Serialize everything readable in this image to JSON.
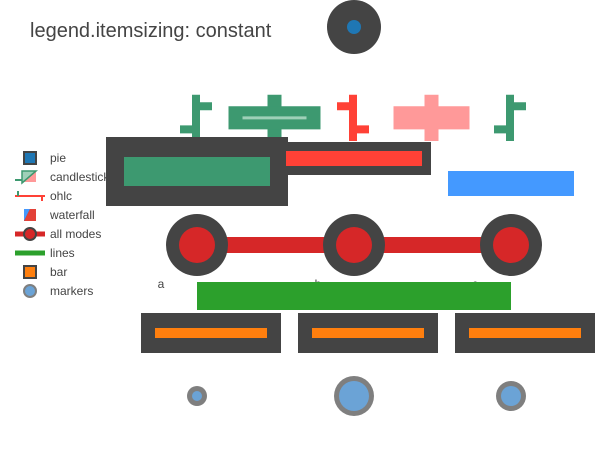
{
  "chart_data": {
    "type": "mixed",
    "title": "legend.itemsizing: constant",
    "x_categories": [
      "a",
      "b",
      "c"
    ],
    "y_range": [
      0,
      8
    ],
    "grid": false,
    "legend_position": "left",
    "colors": {
      "pie": "#1f77b4",
      "candlestick_increasing": "#3d9970",
      "candlestick_decreasing": "#ff9999",
      "ohlc_increasing": "#3d9970",
      "ohlc_decreasing": "#ff4136",
      "waterfall_increasing": "#3d9970",
      "waterfall_decreasing": "#ff4136",
      "waterfall_totals": "#4499ff",
      "all_modes": "#d62728",
      "lines": "#2ca02c",
      "bar": "#ff7f0e",
      "markers": "#6ba3d6",
      "outline": "#444444",
      "marker_outline": "#7f7f7f"
    },
    "series": [
      {
        "name": "pie",
        "type": "pie",
        "values": [
          1
        ]
      },
      {
        "name": "candlestick",
        "type": "candlestick",
        "points": [
          {
            "x": 1,
            "open": 6.5,
            "close": 7.0,
            "low": 6.25,
            "high": 7.25
          },
          {
            "x": 3,
            "open": 7.0,
            "close": 6.5,
            "low": 6.25,
            "high": 7.25
          }
        ]
      },
      {
        "name": "ohlc",
        "type": "ohlc",
        "points": [
          {
            "x": 0,
            "open": 6.5,
            "close": 7.0,
            "low": 6.25,
            "high": 7.25
          },
          {
            "x": 2,
            "open": 7.0,
            "close": 6.5,
            "low": 6.25,
            "high": 7.25
          },
          {
            "x": 4,
            "open": 6.5,
            "close": 7.0,
            "low": 6.25,
            "high": 7.25
          }
        ]
      },
      {
        "name": "waterfall",
        "type": "waterfall",
        "measure": [
          "absolute",
          "relative",
          "total"
        ],
        "values": [
          5.5,
          -0.5,
          5.0
        ]
      },
      {
        "name": "all modes",
        "type": "scatter",
        "mode": "lines+markers+text",
        "x": [
          "a",
          "b",
          "c"
        ],
        "y": [
          4,
          4,
          4
        ],
        "text": [
          "a",
          "b",
          "c"
        ]
      },
      {
        "name": "lines",
        "type": "scatter",
        "mode": "lines",
        "x": [
          "a",
          "c"
        ],
        "y": [
          3,
          3
        ]
      },
      {
        "name": "bar",
        "type": "bar",
        "x": [
          "a",
          "b",
          "c"
        ],
        "y": [
          2,
          2,
          2
        ],
        "base": [
          1.5,
          1.5,
          1.5
        ]
      },
      {
        "name": "markers",
        "type": "scatter",
        "mode": "markers",
        "x": [
          "a",
          "b",
          "c"
        ],
        "y": [
          0.5,
          0.5,
          0.5
        ],
        "marker_size": [
          10,
          30,
          20
        ]
      }
    ]
  }
}
